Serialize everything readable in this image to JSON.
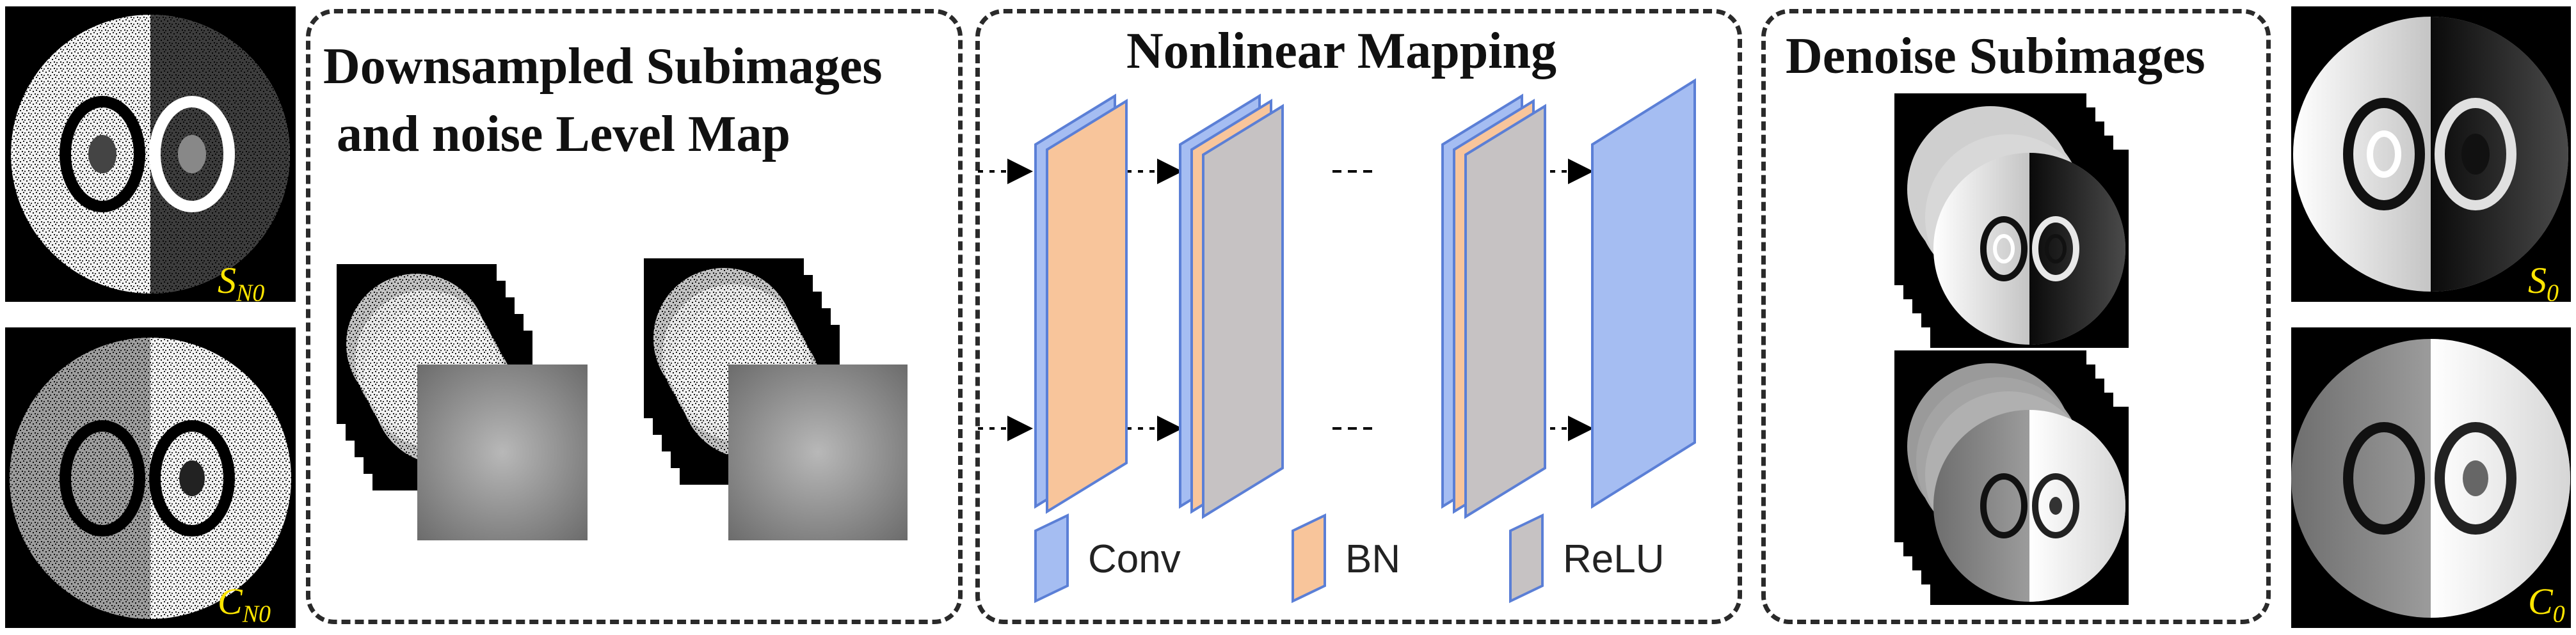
{
  "panels": {
    "downsample_title_1": "Downsampled Subimages",
    "downsample_title_2": "and noise Level Map",
    "mapping_title": "Nonlinear Mapping",
    "denoise_title": "Denoise Subimages"
  },
  "labels": {
    "sn0_main": "S",
    "sn0_sub": "N0",
    "cn0_main": "C",
    "cn0_sub": "N0",
    "s0_main": "S",
    "s0_sub": "0",
    "c0_main": "C",
    "c0_sub": "0"
  },
  "legend": {
    "conv": "Conv",
    "bn": "BN",
    "relu": "ReLU"
  },
  "colors": {
    "conv": "#a5bdf2",
    "conv_border": "#5b7fd6",
    "bn": "#f8c59b",
    "relu": "#c6c2c3",
    "caption_yellow": "#ffe600"
  }
}
